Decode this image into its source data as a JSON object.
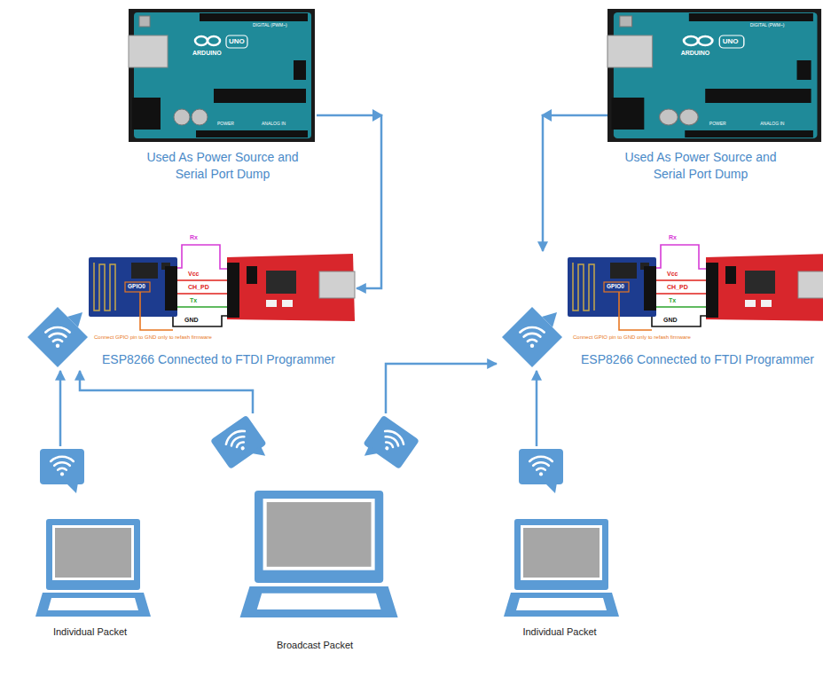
{
  "diagram": {
    "nodes": [
      {
        "text": [
          "Used As Power Source and Serial Port Dump"
        ]
      },
      {
        "text": [
          "Used As Power Source and Serial Port Dump"
        ]
      },
      {
        "text": [
          "ESP8266 Connected to FTDI Programmer"
        ]
      },
      {
        "text": [
          "ESP8266 Connected to FTDI Programmer"
        ]
      },
      {
        "text": [
          "Individual Packet"
        ]
      },
      {
        "text": [
          "Broadcast Packet"
        ]
      },
      {
        "text": [
          "Individual Packet"
        ]
      }
    ],
    "edges": [
      {
        "from": 0,
        "to": 2,
        "arrow": "to"
      },
      {
        "from": 1,
        "to": 3,
        "arrow": "to"
      },
      {
        "from": 4,
        "to": 2,
        "arrow": "to"
      },
      {
        "from": 5,
        "to": 2,
        "arrow": "to"
      },
      {
        "from": 5,
        "to": 3,
        "arrow": "to"
      },
      {
        "from": 6,
        "to": 3,
        "arrow": "to"
      }
    ],
    "labels": [
      "ARDUINO",
      "UNO",
      "DIGITAL (PWM~)",
      "POWER",
      "ANALOG IN",
      "ARDUINO",
      "UNO",
      "DIGITAL (PWM~)",
      "POWER",
      "ANALOG IN",
      "Rx",
      "Vcc",
      "CH_PD",
      "Tx",
      "GND",
      "GPIO0",
      "Connect GPIO pin to GND only to refash firmware",
      "Rx",
      "Vcc",
      "CH_PD",
      "Tx",
      "GND",
      "GPIO0",
      "Connect GPIO pin to GND only to refash firmware"
    ]
  }
}
